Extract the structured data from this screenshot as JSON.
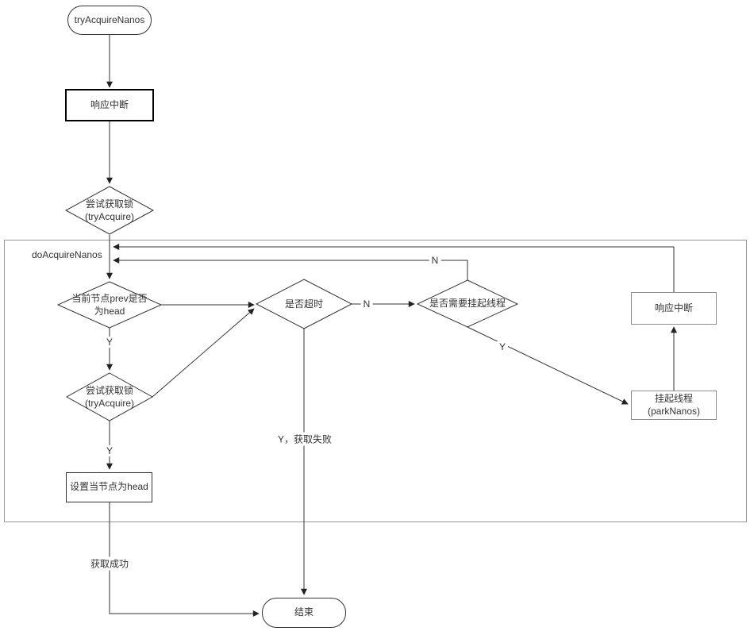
{
  "diagram": {
    "nodes": {
      "start": {
        "label": "tryAcquireNanos"
      },
      "interrupt_top": {
        "label": "响应中断"
      },
      "try_acquire_outer": {
        "line1": "尝试获取锁",
        "line2": "(tryAcquire)"
      },
      "do_acquire_container": {
        "label": "doAcquireNanos"
      },
      "is_prev_head": {
        "line1": "当前节点prev是否",
        "line2": "为head"
      },
      "is_timeout": {
        "label": "是否超时"
      },
      "need_park": {
        "label": "是否需要挂起线程"
      },
      "interrupt_right": {
        "label": "响应中断"
      },
      "park_thread": {
        "label": "挂起线程(parkNanos)"
      },
      "try_acquire_inner": {
        "line1": "尝试获取锁",
        "line2": "(tryAcquire)"
      },
      "set_head": {
        "label": "设置当节点为head"
      },
      "end": {
        "label": "结束"
      }
    },
    "edge_labels": {
      "prev_head_yes": "Y",
      "inner_acquire_yes": "Y",
      "need_park_no_loop": "N",
      "timeout_no": "N",
      "need_park_yes": "Y",
      "timeout_yes_fail": "Y，获取失败",
      "acquire_success": "获取成功"
    },
    "colors": {
      "line": "#333333",
      "node_border": "#333333",
      "light_border": "#919191",
      "container_border": "#999999",
      "background": "#ffffff",
      "text": "#333333"
    }
  }
}
